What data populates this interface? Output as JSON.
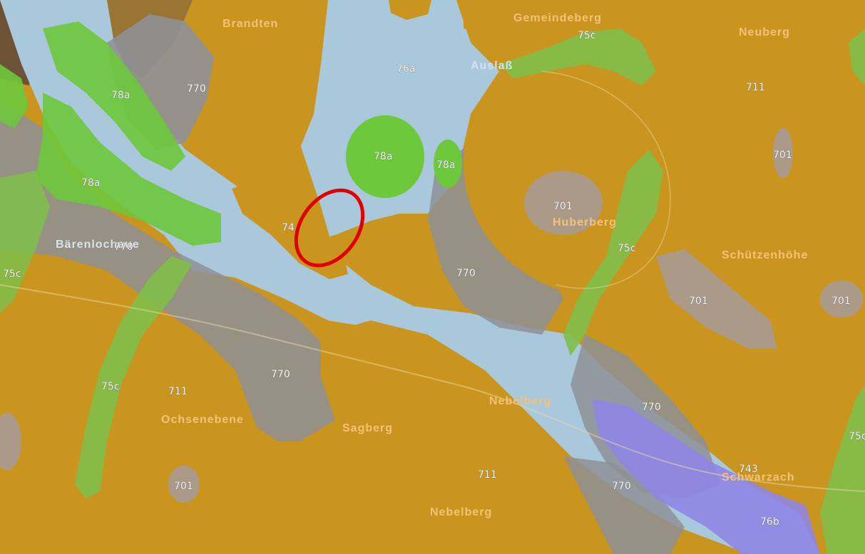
{
  "map": {
    "place_labels": [
      "Brandten",
      "Gemeindeberg",
      "Neuberg",
      "Auslaß",
      "Bärenlochaue",
      "Huberberg",
      "Schützenhöhe",
      "Ochsenebene",
      "Sagberg",
      "Nebelberg",
      "Nebelberg",
      "Schwarzach"
    ],
    "unit_labels": [
      "75c",
      "76a",
      "711",
      "78a",
      "770",
      "78a",
      "78a",
      "78a",
      "701",
      "701",
      "74",
      "770",
      "75c",
      "770",
      "701",
      "701",
      "75c",
      "75c",
      "770",
      "711",
      "770",
      "711",
      "701",
      "770",
      "743",
      "76b",
      "75c"
    ],
    "colors": {
      "orange": "#c9951f",
      "light_blue": "#a9c8dc",
      "green": "#6dc83c",
      "grey": "#8e9196",
      "mauve": "#a89a95",
      "purple": "#8f86e4",
      "dark_brown": "#6e5236",
      "highlight": "#e00000"
    }
  }
}
